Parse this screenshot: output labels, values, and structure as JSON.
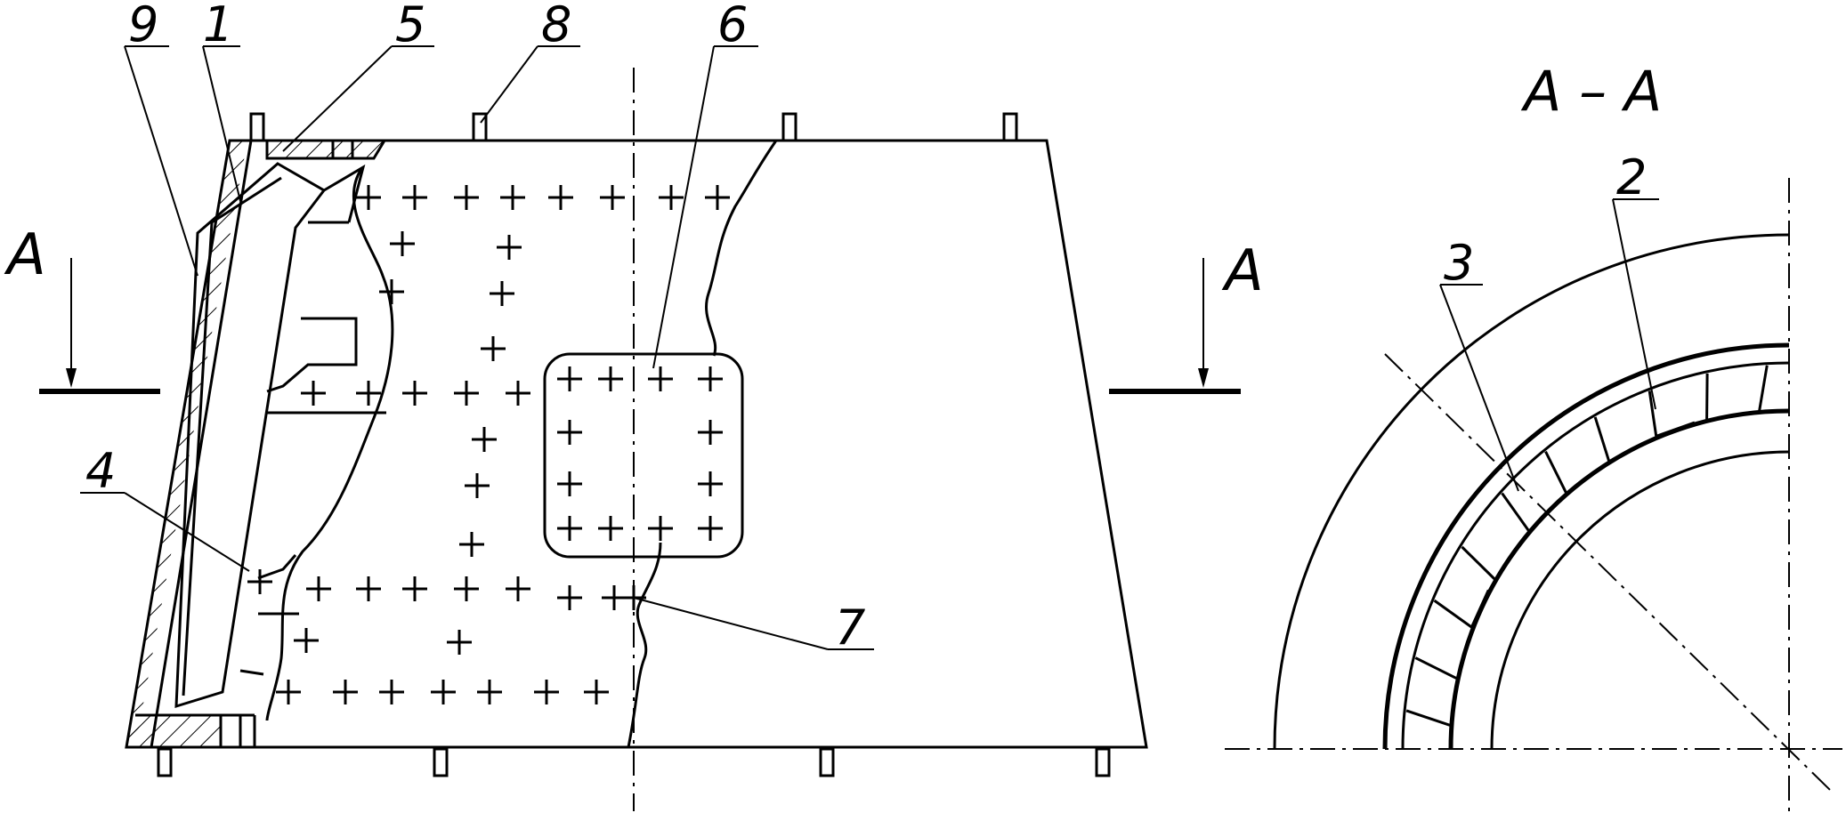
{
  "section_view": {
    "title": "A – A",
    "left_marker": "A",
    "right_marker": "A"
  },
  "callouts": [
    {
      "id": "9",
      "text": "9"
    },
    {
      "id": "1",
      "text": "1"
    },
    {
      "id": "5",
      "text": "5"
    },
    {
      "id": "8",
      "text": "8"
    },
    {
      "id": "6",
      "text": "6"
    },
    {
      "id": "4",
      "text": "4"
    },
    {
      "id": "7",
      "text": "7"
    },
    {
      "id": "3",
      "text": "3"
    },
    {
      "id": "2",
      "text": "2"
    }
  ]
}
